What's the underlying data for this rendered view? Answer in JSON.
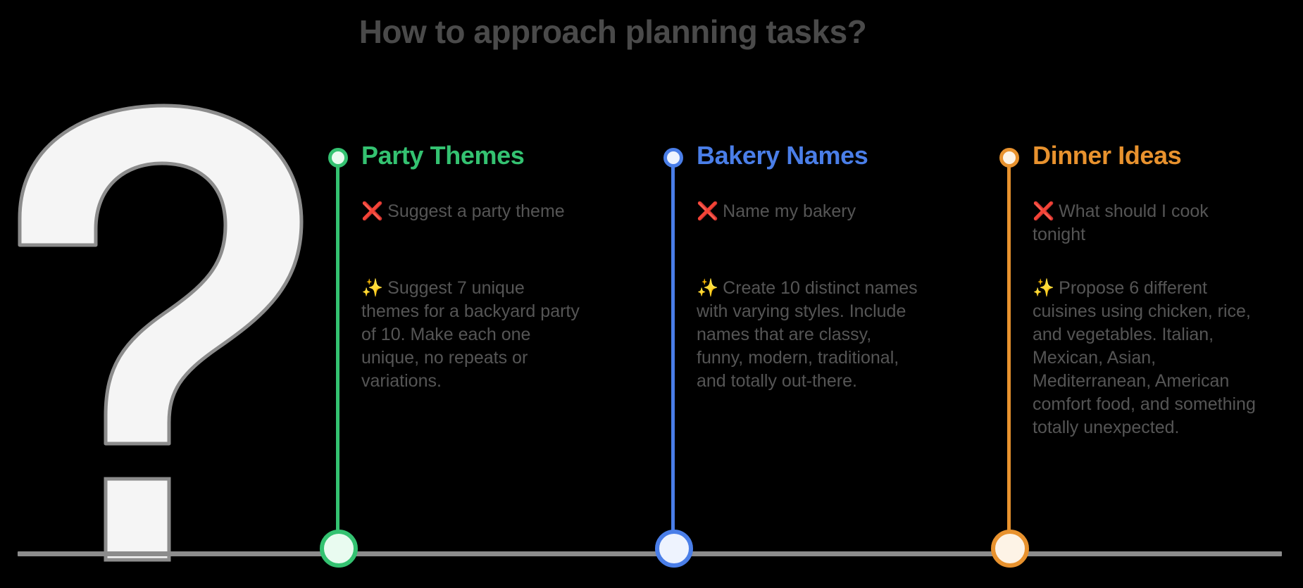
{
  "page": {
    "title": "How to approach planning tasks?",
    "background_color": "#000000",
    "title_color": "#4a4a4a",
    "baseline_color": "#8c8c8c",
    "body_text_color": "#555555"
  },
  "decoration": {
    "question_mark_icon": "question-mark-glyph",
    "question_mark_fill": "#f5f5f5",
    "question_mark_stroke": "#8c8c8c"
  },
  "icons": {
    "bad": "❌",
    "good": "✨",
    "bad_name": "cross-mark-icon",
    "good_name": "sparkles-icon"
  },
  "columns": [
    {
      "heading": "Party Themes",
      "color": "#34c271",
      "node_fill": "#e9fbf0",
      "bad_prompt": "Suggest a party theme",
      "good_prompt": "Suggest 7 unique themes for a backyard party of 10. Make each one unique, no repeats or variations."
    },
    {
      "heading": "Bakery Names",
      "color": "#4a7ee8",
      "node_fill": "#eef3fe",
      "bad_prompt": "Name my bakery",
      "good_prompt": "Create 10 distinct names with varying styles. Include names that are classy, funny, modern, traditional, and totally out-there."
    },
    {
      "heading": "Dinner Ideas",
      "color": "#e8922e",
      "node_fill": "#fdf3e6",
      "bad_prompt": "What should I cook tonight",
      "good_prompt": "Propose 6 different cuisines using chicken, rice, and vegetables. Italian, Mexican, Asian, Mediterranean, American comfort food, and something totally unexpected."
    }
  ]
}
